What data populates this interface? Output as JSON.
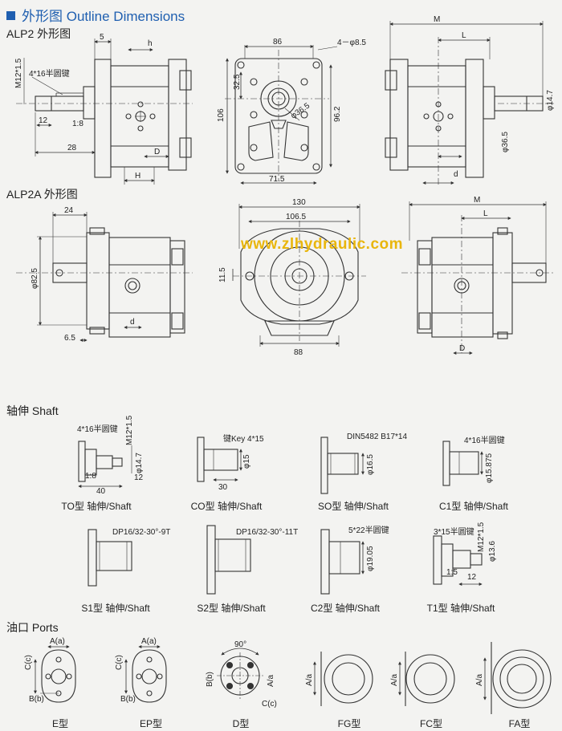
{
  "header": {
    "title": "外形图 Outline Dimensions",
    "accent": "#1f5fb0"
  },
  "watermark": "www.zlhydraulic.com",
  "alp2": {
    "title": "ALP2 外形图",
    "labels": {
      "m12": "M12*1.5",
      "key": "4*16半圆键",
      "d5": "5",
      "h": "h",
      "d12": "12",
      "taper": "1:8",
      "d28": "28",
      "D": "D",
      "H": "H",
      "d86": "86",
      "holes": "4－φ8.5",
      "d325": "32.5",
      "d106": "106",
      "d962": "96.2",
      "d365": "φ36.5",
      "d715": "71.5",
      "M": "M",
      "L": "L",
      "d147": "φ14.7",
      "d365b": "φ36.5",
      "d": "d"
    }
  },
  "alp2a": {
    "title": "ALP2A 外形图",
    "labels": {
      "d24": "24",
      "d825": "φ82.5",
      "d65": "6.5",
      "d": "d",
      "d130": "130",
      "d1065": "106.5",
      "d115": "11.5",
      "d88": "88",
      "M": "M",
      "L": "L",
      "D": "D"
    }
  },
  "shaft": {
    "title": "轴伸 Shaft",
    "items": [
      {
        "caption": "TO型 轴伸/Shaft",
        "labels": [
          "4*16半圆键",
          "M12*1.5",
          "φ14.7",
          "1:8",
          "12",
          "40"
        ]
      },
      {
        "caption": "CO型 轴伸/Shaft",
        "labels": [
          "键Key 4*15",
          "φ15",
          "30"
        ]
      },
      {
        "caption": "SO型 轴伸/Shaft",
        "labels": [
          "DIN5482 B17*14",
          "φ16.5"
        ]
      },
      {
        "caption": "C1型 轴伸/Shaft",
        "labels": [
          "4*16半圆键",
          "φ15.875"
        ]
      },
      {
        "caption": "S1型 轴伸/Shaft",
        "labels": [
          "DP16/32-30°-9T"
        ]
      },
      {
        "caption": "S2型 轴伸/Shaft",
        "labels": [
          "DP16/32-30°-11T"
        ]
      },
      {
        "caption": "C2型 轴伸/Shaft",
        "labels": [
          "5*22半圆键",
          "φ19.05"
        ]
      },
      {
        "caption": "T1型 轴伸/Shaft",
        "labels": [
          "3*15半圆键",
          "M12*1.5",
          "φ13.6",
          "1:5",
          "12"
        ]
      }
    ]
  },
  "ports": {
    "title": "油口 Ports",
    "items": [
      {
        "caption": "E型",
        "labels": [
          "A(a)",
          "C(c)",
          "B(b)"
        ]
      },
      {
        "caption": "EP型",
        "labels": [
          "A(a)",
          "C(c)",
          "B(b)"
        ]
      },
      {
        "caption": "D型",
        "labels": [
          "90°",
          "B(b)",
          "A/a",
          "C(c)"
        ]
      },
      {
        "caption": "FG型",
        "labels": [
          "A/a"
        ]
      },
      {
        "caption": "FC型",
        "labels": [
          "A/a"
        ]
      },
      {
        "caption": "FA型",
        "labels": [
          "A/a"
        ]
      }
    ]
  }
}
